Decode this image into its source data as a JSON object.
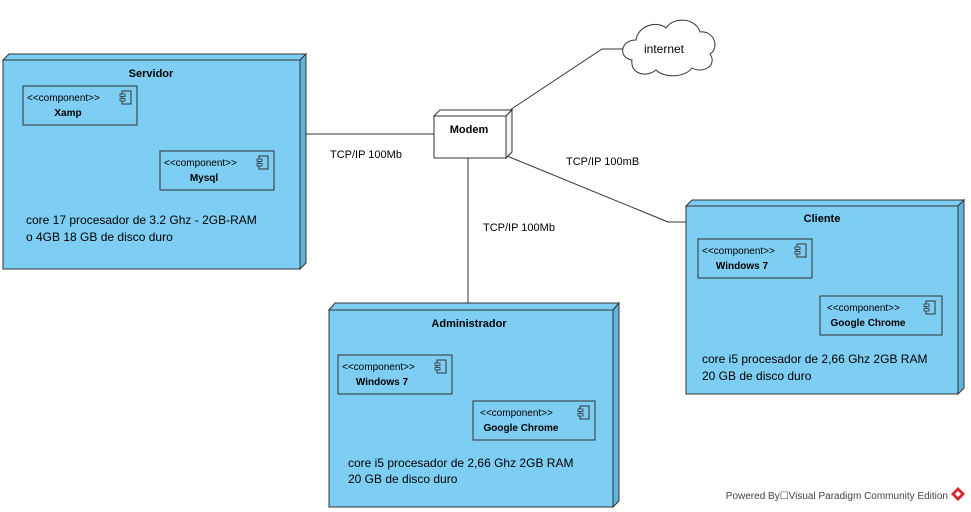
{
  "colors": {
    "node_fill": "#7ecdf2",
    "node_side": "#5fb4dc",
    "stroke": "#333333",
    "cloud_fill": "#ffffff",
    "modem_fill": "#ffffff",
    "brand": "#d6262f"
  },
  "nodes": {
    "servidor": {
      "title": "Servidor",
      "components": [
        {
          "stereotype": "<<component>>",
          "name": "Xamp"
        },
        {
          "stereotype": "<<component>>",
          "name": "Mysql"
        }
      ],
      "desc": [
        "core 17 procesador de 3.2 Ghz - 2GB-RAM",
        "o 4GB 18 GB de disco duro"
      ]
    },
    "administrador": {
      "title": "Administrador",
      "components": [
        {
          "stereotype": "<<component>>",
          "name": "Windows 7"
        },
        {
          "stereotype": "<<component>>",
          "name": "Google Chrome"
        }
      ],
      "desc": [
        "core i5 procesador de 2,66 Ghz 2GB RAM",
        "20 GB de disco duro"
      ]
    },
    "cliente": {
      "title": "Cliente",
      "components": [
        {
          "stereotype": "<<component>>",
          "name": "Windows 7"
        },
        {
          "stereotype": "<<component>>",
          "name": "Google Chrome"
        }
      ],
      "desc": [
        "core i5 procesador de 2,66 Ghz 2GB RAM",
        "20 GB de disco duro"
      ]
    }
  },
  "modem": {
    "title": "Modem"
  },
  "cloud": {
    "label": "internet"
  },
  "edges": {
    "servidor_modem": "TCP/IP 100Mb",
    "modem_admin": "TCP/IP 100Mb",
    "modem_cliente": "TCP/IP 100mB"
  },
  "footer": {
    "text": "Powered By☐Visual Paradigm Community Edition",
    "logo_icon": "visual-paradigm-logo-icon"
  }
}
